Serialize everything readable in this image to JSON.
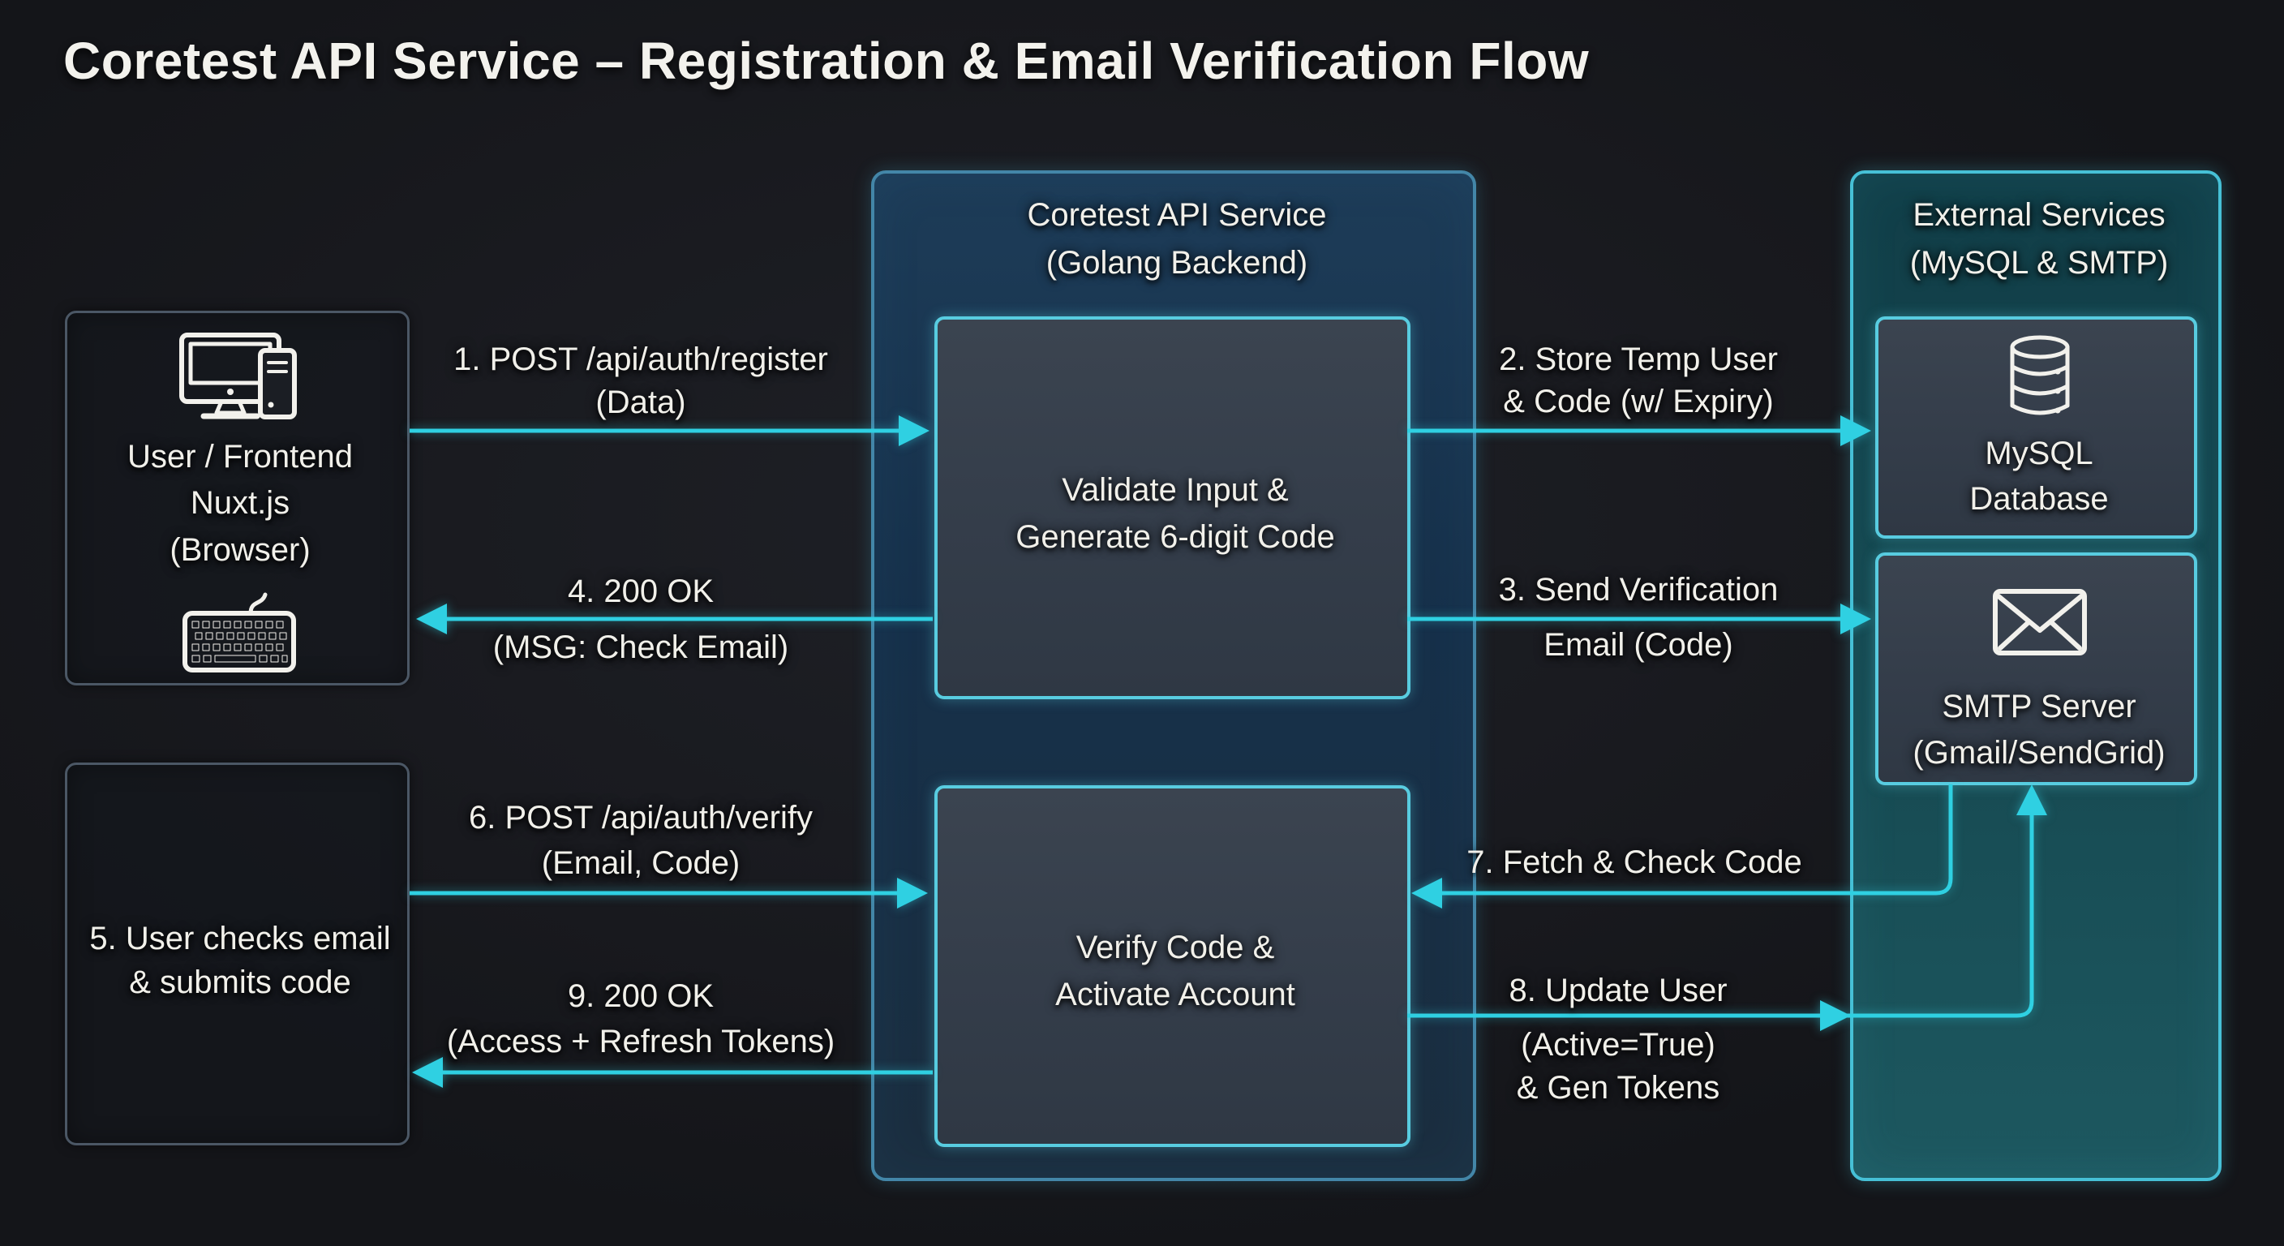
{
  "title": "Coretest API Service – Registration & Email Verification Flow",
  "colors": {
    "background": "#191a1f",
    "accent_cyan": "#2fd0e2",
    "api_panel_border": "#4386a8",
    "external_panel_border": "#46c0d6",
    "inner_box_border": "#58cce0",
    "neutral_box_border": "#4b5765",
    "text": "#f1f0ea"
  },
  "nodes": {
    "user_frontend": {
      "lines": [
        "User / Frontend",
        "Nuxt.js",
        "(Browser)"
      ],
      "icons": [
        "desktop-computer-icon",
        "keyboard-icon"
      ]
    },
    "user_action": {
      "lines": [
        "5. User checks email",
        "& submits code"
      ]
    },
    "api_service": {
      "title_lines": [
        "Coretest API Service",
        "(Golang Backend)"
      ]
    },
    "validate": {
      "lines": [
        "Validate Input &",
        "Generate 6-digit Code"
      ]
    },
    "verify": {
      "lines": [
        "Verify Code &",
        "Activate Account"
      ]
    },
    "external": {
      "title_lines": [
        "External Services",
        "(MySQL & SMTP)"
      ]
    },
    "mysql": {
      "lines": [
        "MySQL",
        "Database"
      ],
      "icon": "database-icon"
    },
    "smtp": {
      "lines": [
        "SMTP Server",
        "(Gmail/SendGrid)"
      ],
      "icon": "envelope-icon"
    }
  },
  "edges": {
    "e1": {
      "lines": [
        "1. POST /api/auth/register",
        "(Data)"
      ]
    },
    "e2": {
      "lines": [
        "2. Store Temp User",
        "& Code (w/ Expiry)"
      ]
    },
    "e3": {
      "lines": [
        "3. Send Verification",
        "Email (Code)"
      ]
    },
    "e4": {
      "lines": [
        "4. 200 OK",
        "(MSG: Check Email)"
      ]
    },
    "e6": {
      "lines": [
        "6. POST /api/auth/verify",
        "(Email, Code)"
      ]
    },
    "e7": {
      "lines": [
        "7. Fetch & Check Code"
      ]
    },
    "e8": {
      "lines": [
        "8. Update User",
        "(Active=True)",
        "& Gen Tokens"
      ]
    },
    "e9": {
      "lines": [
        "9. 200 OK",
        "(Access + Refresh Tokens)"
      ]
    }
  }
}
